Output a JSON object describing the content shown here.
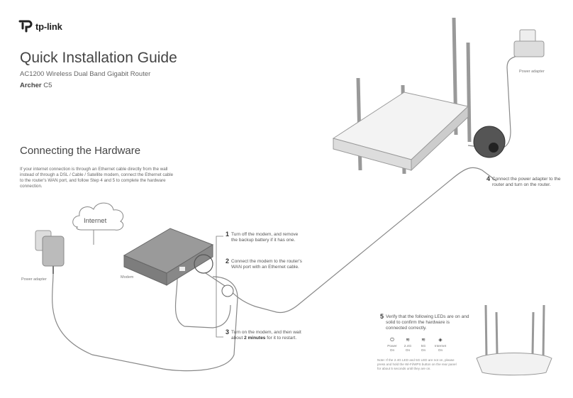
{
  "brand": {
    "logo_text": "tp-link"
  },
  "header": {
    "title": "Quick Installation Guide",
    "subtitle": "AC1200 Wireless Dual Band Gigabit Router",
    "model_prefix": "Archer",
    "model_suffix": "C5"
  },
  "section": {
    "title": "Connecting the Hardware",
    "intro": "If your internet connection is through an Ethernet cable directly from the wall instead of through a DSL / Cable / Satellite modem, connect the Ethernet cable to the router's WAN port, and follow Step 4 and 5 to complete the hardware connection."
  },
  "labels": {
    "internet": "Internet",
    "modem": "Modem",
    "power_adapter_left": "Power adapter",
    "power_adapter_right": "Power adapter"
  },
  "steps": [
    {
      "num": "1",
      "text": "Turn off the modem, and remove the backup battery if it has one."
    },
    {
      "num": "2",
      "text": "Connect the modem to the router's WAN port with an Ethernet cable."
    },
    {
      "num": "3",
      "text_pre": "Turn on the modem, and then wait about ",
      "text_bold": "2 minutes",
      "text_post": " for it to restart."
    },
    {
      "num": "4",
      "text": "Connect the power adapter to the router and turn on the router."
    },
    {
      "num": "5",
      "text": "Verify that the following LEDs are on and solid to confirm the hardware is connected correctly."
    }
  ],
  "leds": [
    {
      "icon": "power-icon",
      "glyph": "⏻",
      "label": "Power",
      "state": "On"
    },
    {
      "icon": "wifi-2g-icon",
      "glyph": "≋",
      "label": "2.4G",
      "state": "On"
    },
    {
      "icon": "wifi-5g-icon",
      "glyph": "≋",
      "label": "5G",
      "state": "On"
    },
    {
      "icon": "internet-icon",
      "glyph": "◈",
      "label": "Internet",
      "state": "On"
    }
  ],
  "note": "Note: If the 2.4G LED and 5G LED are not on, please press and hold the Wi-Fi/WPS button on the rear panel for about 5 seconds until they are on.",
  "colors": {
    "brand_teal": "#4acbd6",
    "text": "#555555",
    "cable": "#777777"
  }
}
